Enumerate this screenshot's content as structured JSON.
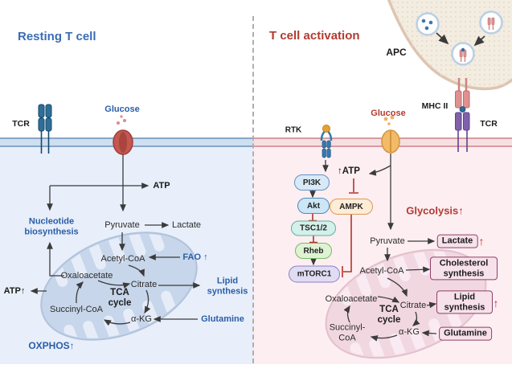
{
  "left_panel": {
    "title": "Resting T cell",
    "receptors": {
      "tcr": "TCR",
      "glucose": "Glucose"
    },
    "metabolites": {
      "atp": "ATP",
      "nucleotide_biosynthesis": "Nucleotide biosynthesis",
      "pyruvate": "Pyruvate",
      "lactate": "Lactate",
      "acetyl_coa": "Acetyl-CoA",
      "fao": "FAO ↑",
      "oxaloacetate": "Oxaloacetate",
      "citrate": "Citrate",
      "tca_cycle": "TCA cycle",
      "succinyl_coa": "Succinyl-CoA",
      "akg": "α-KG",
      "lipid_synthesis": "Lipid synthesis",
      "glutamine": "Glutamine",
      "atp_up": "ATP↑",
      "oxphos": "OXPHOS↑"
    }
  },
  "right_panel": {
    "title": "T cell activation",
    "labels": {
      "apc": "APC",
      "mhc2": "MHC II",
      "tcr": "TCR",
      "rtk": "RTK",
      "glucose": "Glucose",
      "atp_up": "↑ATP",
      "glycolysis": "Glycolysis↑",
      "up_arrow": "↑"
    },
    "signaling": {
      "pi3k": "PI3K",
      "akt": "Akt",
      "tsc12": "TSC1/2",
      "rheb": "Rheb",
      "mtorc1": "mTORC1",
      "ampk": "AMPK"
    },
    "metabolites": {
      "pyruvate": "Pyruvate",
      "acetyl_coa": "Acetyl-CoA",
      "oxaloacetate": "Oxaloacetate",
      "citrate": "Citrate",
      "tca_cycle": "TCA cycle",
      "succinyl_coa": "Succinyl-CoA",
      "akg": "α-KG"
    },
    "boxes": {
      "lactate": "Lactate",
      "cholesterol_synthesis": "Cholesterol synthesis",
      "lipid_synthesis": "Lipid synthesis",
      "glutamine": "Glutamine"
    }
  },
  "colors": {
    "left_accent": "#2b5ea7",
    "right_accent": "#b23b31",
    "inhibition_red": "#b5332a",
    "box_border": "#8e4068",
    "left_membrane": "#cddff0",
    "right_membrane": "#f6dfe1"
  }
}
